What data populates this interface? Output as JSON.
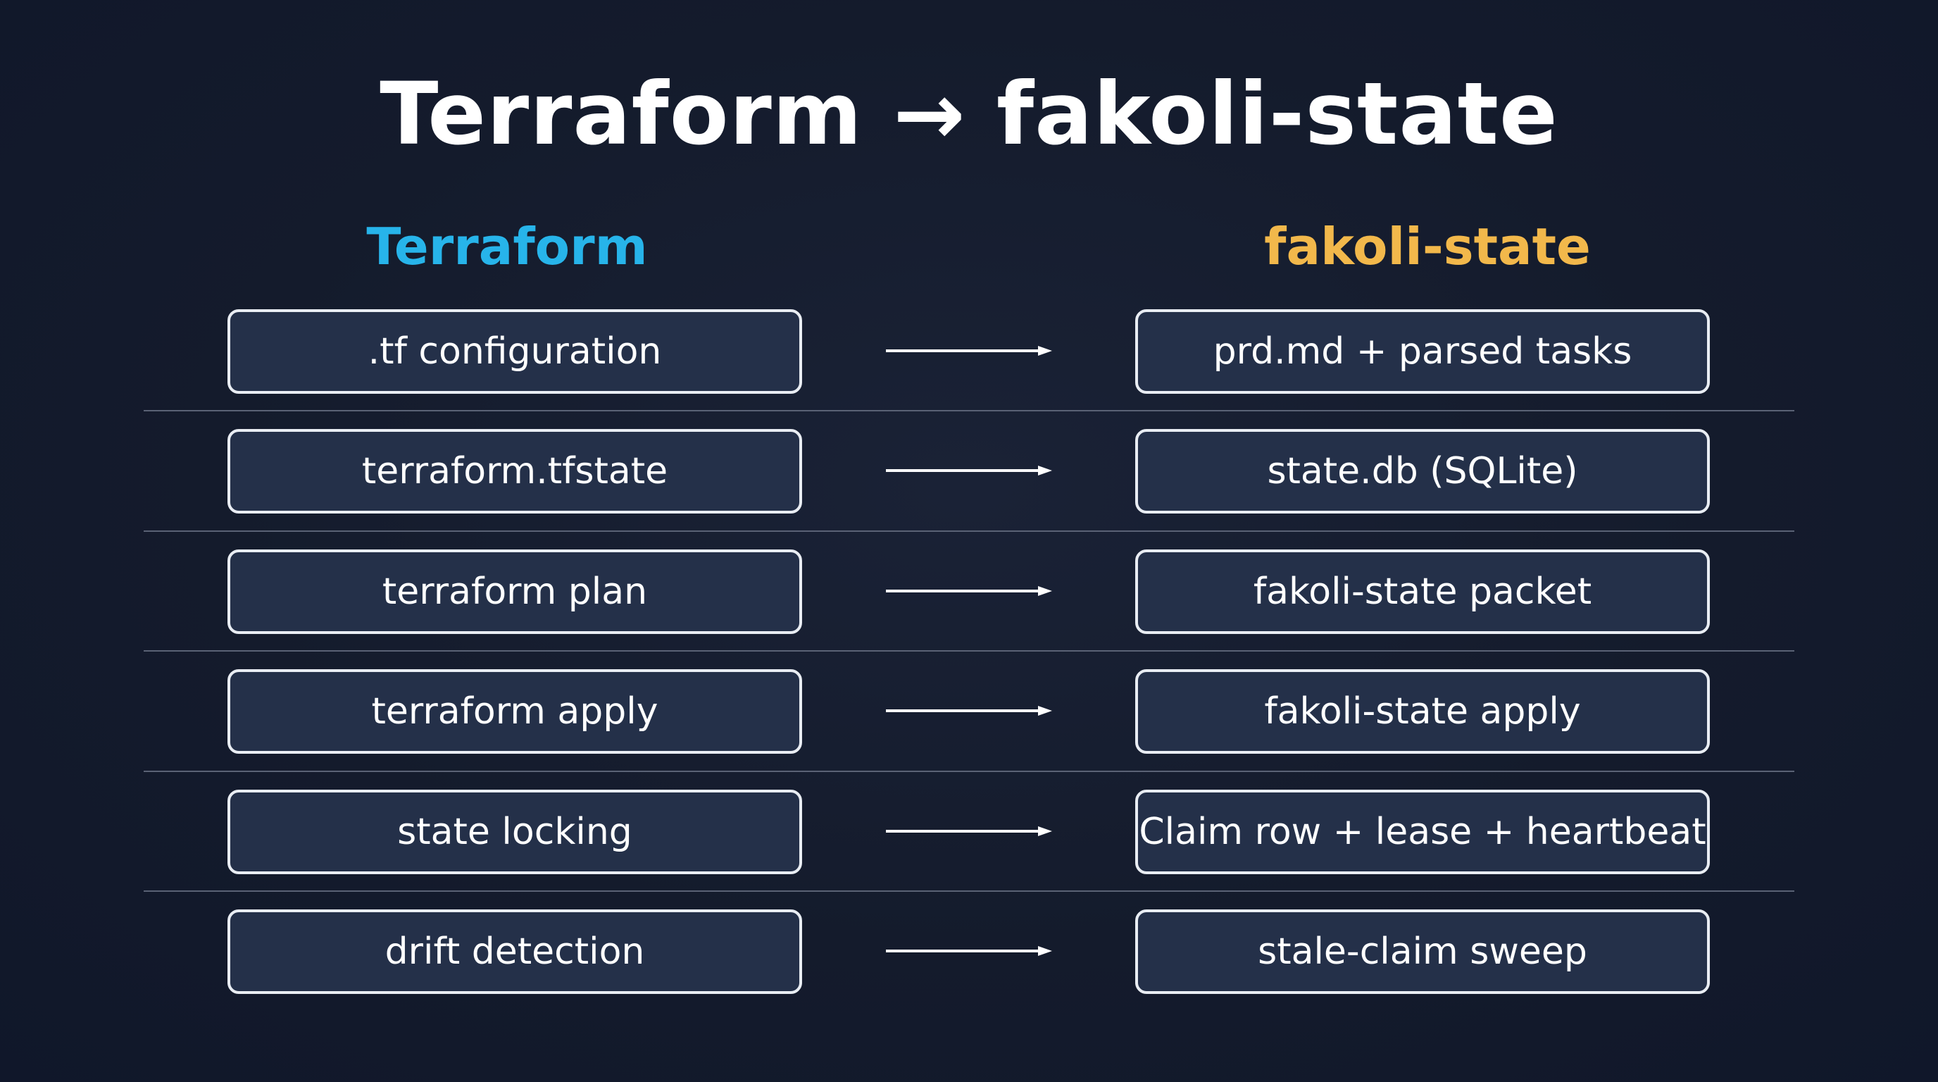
{
  "title": "Terraform → fakoli-state",
  "columns": {
    "left_header": "Terraform",
    "right_header": "fakoli-state"
  },
  "colors": {
    "left_header": "#27b4ea",
    "right_header": "#f2b84b",
    "box_fill": "#243049",
    "box_border": "#e9edf3",
    "background": "#141b2c"
  },
  "mappings": [
    {
      "terraform": ".tf configuration",
      "fakoli_state": "prd.md + parsed tasks"
    },
    {
      "terraform": "terraform.tfstate",
      "fakoli_state": "state.db (SQLite)"
    },
    {
      "terraform": "terraform plan",
      "fakoli_state": "fakoli-state packet"
    },
    {
      "terraform": "terraform apply",
      "fakoli_state": "fakoli-state apply"
    },
    {
      "terraform": "state locking",
      "fakoli_state": "Claim row + lease + heartbeat"
    },
    {
      "terraform": "drift detection",
      "fakoli_state": "stale-claim sweep"
    }
  ]
}
